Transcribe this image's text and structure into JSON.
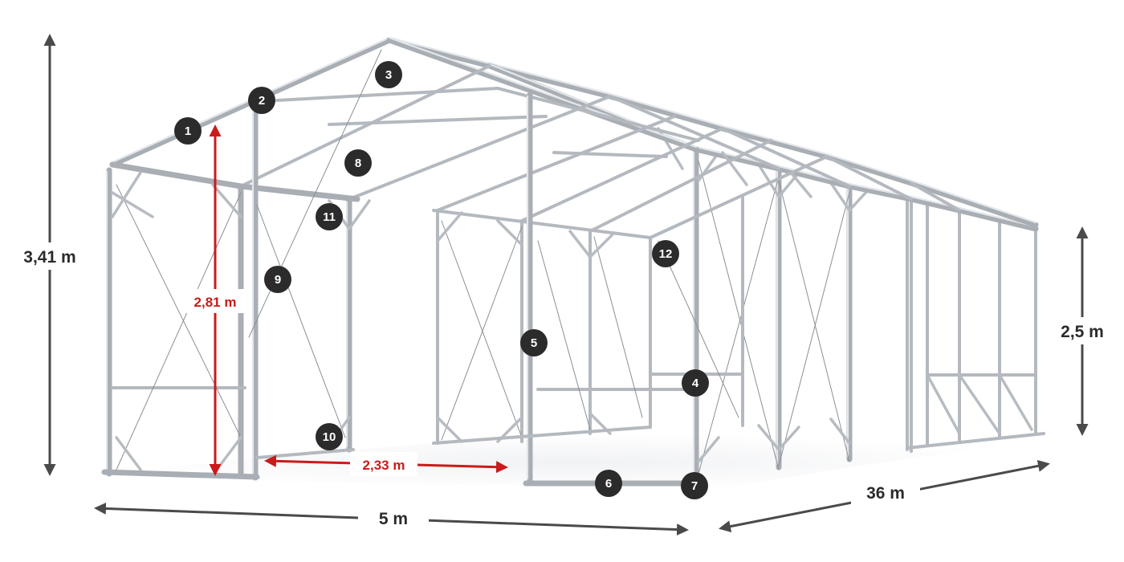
{
  "dimensions": {
    "height_total": "3,41 m",
    "height_side": "2,5 m",
    "height_door": "2,81 m",
    "door_width": "2,33 m",
    "width": "5 m",
    "length": "36 m"
  },
  "markers": [
    "1",
    "2",
    "3",
    "4",
    "5",
    "6",
    "7",
    "8",
    "9",
    "10",
    "11",
    "12"
  ],
  "colors": {
    "accent_red": "#cc1a1a",
    "dimension_gray": "#4a4a4a",
    "marker_fill": "#2b2b2b",
    "frame_steel": "#a9aeb4"
  }
}
